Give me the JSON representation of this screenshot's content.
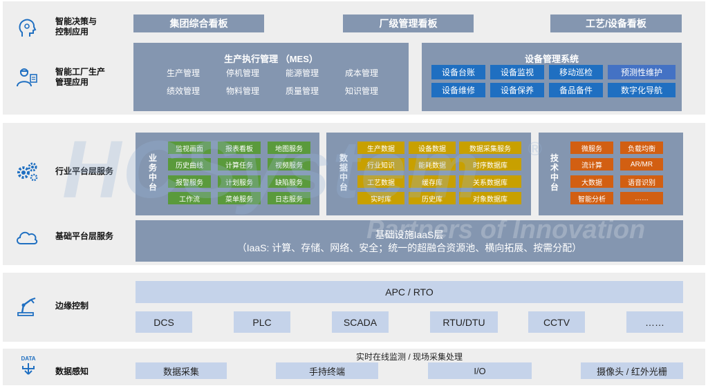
{
  "layers": {
    "decision": {
      "label_line1": "智能决策与",
      "label_line2": "控制应用",
      "icon": "head-icon",
      "boards": [
        "集团综合看板",
        "厂级管理看板",
        "工艺/设备看板"
      ]
    },
    "factory": {
      "label_line1": "智能工厂生产",
      "label_line2": "管理应用",
      "icon": "engineer-icon",
      "mes": {
        "title": "生产执行管理 （MES）",
        "items": [
          "生产管理",
          "停机管理",
          "能源管理",
          "成本管理",
          "绩效管理",
          "物料管理",
          "质量管理",
          "知识管理"
        ]
      },
      "equipment": {
        "title": "设备管理系统",
        "items": [
          "设备台账",
          "设备监视",
          "移动巡检",
          "预测性维护",
          "设备维修",
          "设备保养",
          "备品备件",
          "数字化导航"
        ]
      }
    },
    "industry": {
      "label": "行业平台层服务",
      "icon": "gears-icon",
      "business": {
        "title": "业务中台",
        "items": [
          "监视画面",
          "报表看板",
          "地图服务",
          "历史曲线",
          "计算任务",
          "视频服务",
          "报警服务",
          "计划服务",
          "缺陷服务",
          "工作流",
          "菜单服务",
          "日志服务"
        ]
      },
      "data": {
        "title": "数据中台",
        "items": [
          "生产数据",
          "设备数据",
          "数据采集服务",
          "行业知识",
          "能耗数据",
          "时序数据库",
          "工艺数据",
          "缓存库",
          "关系数据库",
          "实时库",
          "历史库",
          "对象数据库"
        ]
      },
      "tech": {
        "title": "技术中台",
        "items": [
          "微服务",
          "负载均衡",
          "流计算",
          "AR/MR",
          "大数据",
          "语音识别",
          "智能分析",
          "……"
        ]
      }
    },
    "infra": {
      "label": "基础平台层服务",
      "icon": "cloud-icon",
      "title": "基础设施IaaS层",
      "subtitle": "（IaaS: 计算、存储、网络、安全；统一的超融合资源池、横向拓展、按需分配）"
    },
    "edge": {
      "label": "边缘控制",
      "icon": "robot-arm-icon",
      "top": "APC / RTO",
      "items": [
        "DCS",
        "PLC",
        "SCADA",
        "RTU/DTU",
        "CCTV",
        "……"
      ]
    },
    "sensing": {
      "label": "数据感知",
      "icon": "data-icon",
      "icon_text": "DATA",
      "caption": "实时在线监测 / 现场采集处理",
      "items": [
        "数据采集",
        "手持终端",
        "I/O",
        "摄像头 / 红外光栅"
      ]
    }
  },
  "watermark": {
    "brand": "HCSystem",
    "reg": "®",
    "slogan": "Partners of Innovation"
  },
  "colors": {
    "panel": "#8496b0",
    "blue_chip": "#1f6fc1",
    "green": "#5a9a3c",
    "yellow": "#c8a000",
    "orange": "#d25f12",
    "light_bar": "#c5d3ea",
    "band": "#eeeeee"
  }
}
